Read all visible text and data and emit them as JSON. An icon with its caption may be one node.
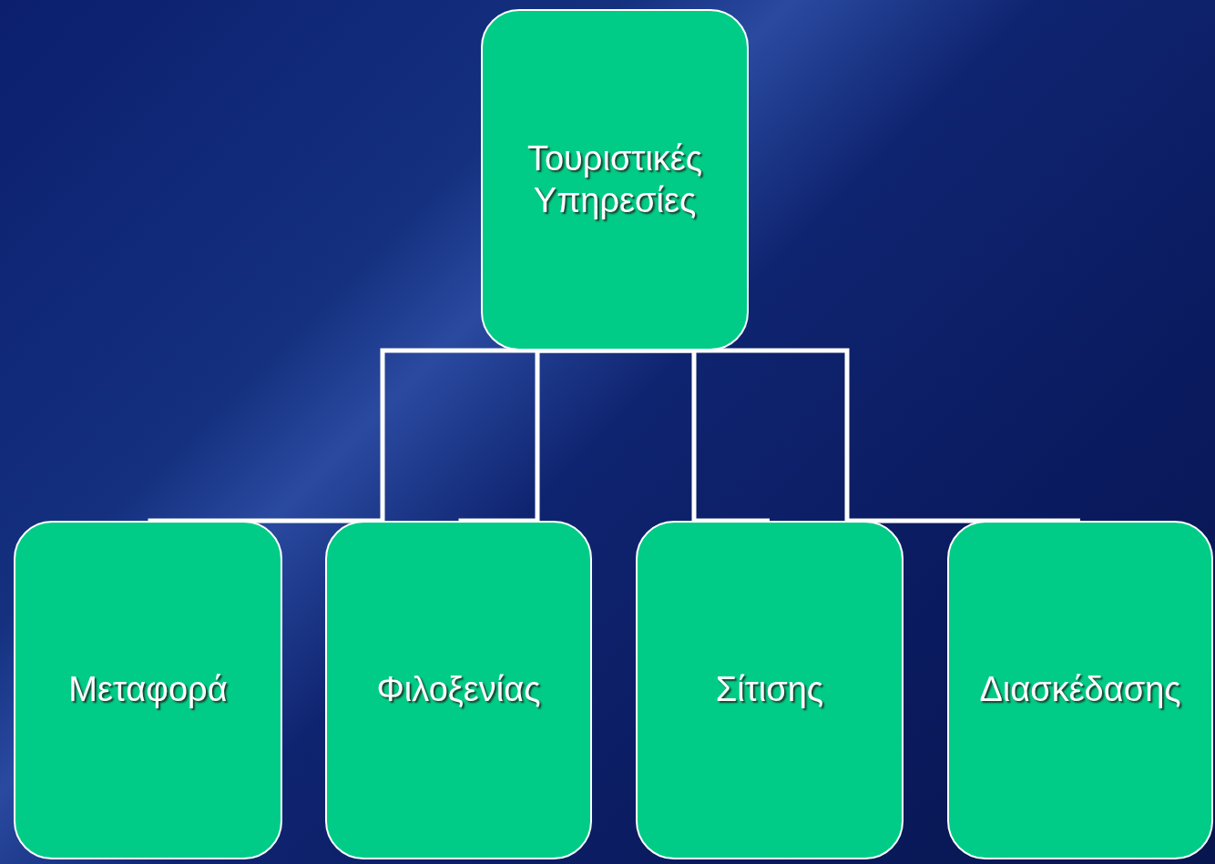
{
  "diagram": {
    "nodes": [
      {
        "text": [
          "Τουριστικές Υπηρεσίες"
        ]
      },
      {
        "text": [
          "Μεταφορά"
        ]
      },
      {
        "text": [
          "Φιλοξενίας"
        ]
      },
      {
        "text": [
          "Σίτισης"
        ]
      },
      {
        "text": [
          "Διασκέδασης"
        ]
      }
    ],
    "edges": [
      {
        "from": 0,
        "to": 1,
        "arrow": "none"
      },
      {
        "from": 0,
        "to": 2,
        "arrow": "none"
      },
      {
        "from": 0,
        "to": 3,
        "arrow": "none"
      },
      {
        "from": 0,
        "to": 4,
        "arrow": "none"
      }
    ]
  }
}
